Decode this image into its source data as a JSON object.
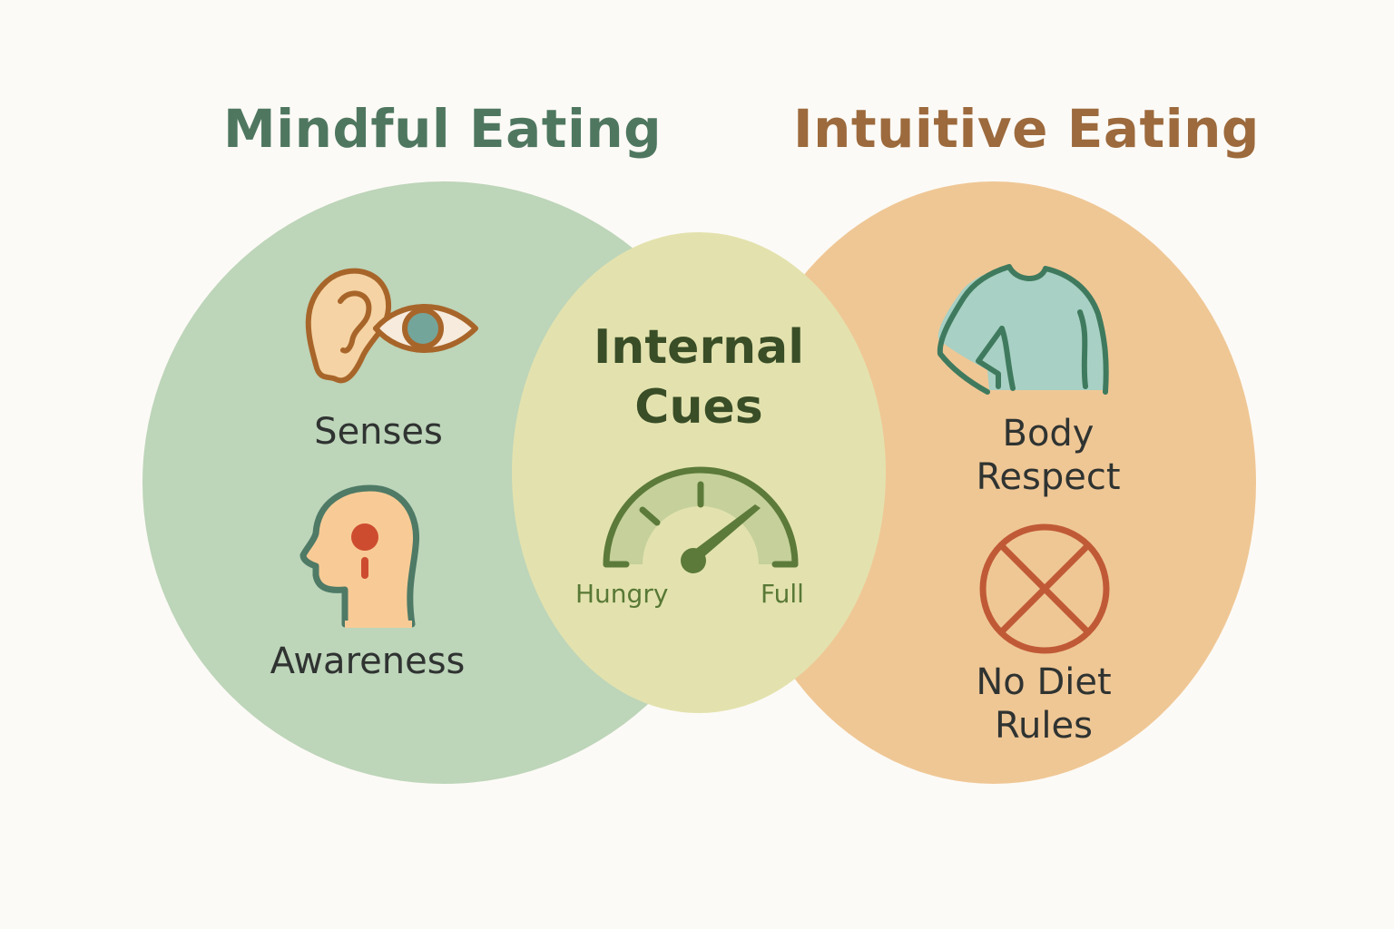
{
  "titles": {
    "left": "Mindful Eating",
    "right": "Intuitive Eating"
  },
  "left_circle": {
    "color": "#bdd5b9",
    "items": [
      {
        "icon": "ear-eye-icon",
        "label": "Senses"
      },
      {
        "icon": "head-awareness-icon",
        "label": "Awareness"
      }
    ]
  },
  "overlap": {
    "color": "#e3e2ae",
    "title_line1": "Internal",
    "title_line2": "Cues",
    "gauge": {
      "icon": "hunger-gauge-icon",
      "left_label": "Hungry",
      "right_label": "Full"
    }
  },
  "right_circle": {
    "color": "#efc795",
    "items": [
      {
        "icon": "torso-shirt-icon",
        "label_line1": "Body",
        "label_line2": "Respect"
      },
      {
        "icon": "prohibited-x-icon",
        "label_line1": "No Diet",
        "label_line2": "Rules"
      }
    ]
  },
  "colors": {
    "left_title": "#4f7760",
    "right_title": "#9c6a3d",
    "background": "#fcfaf6"
  }
}
